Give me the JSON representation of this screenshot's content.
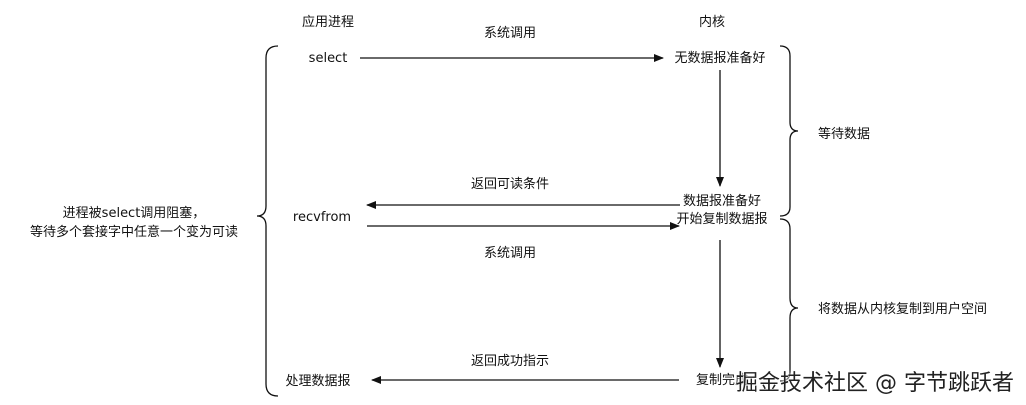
{
  "columns": {
    "process": "应用进程",
    "kernel": "内核"
  },
  "left_note": [
    "进程被select调用阻塞，",
    "等待多个套接字中任意一个变为可读"
  ],
  "app_steps": {
    "select": "select",
    "recvfrom": "recvfrom",
    "handle": "处理数据报"
  },
  "kernel_steps": {
    "no_data": "无数据报准备好",
    "ready": "数据报准备好",
    "copy_start": "开始复制数据报",
    "copy_done": "复制完成"
  },
  "arrow_labels": {
    "syscall_1": "系统调用",
    "readable": "返回可读条件",
    "syscall_2": "系统调用",
    "success": "返回成功指示"
  },
  "right_notes": {
    "wait": "等待数据",
    "copy": "将数据从内核复制到用户空间"
  },
  "watermark": "掘金技术社区 @ 字节跳跃者"
}
